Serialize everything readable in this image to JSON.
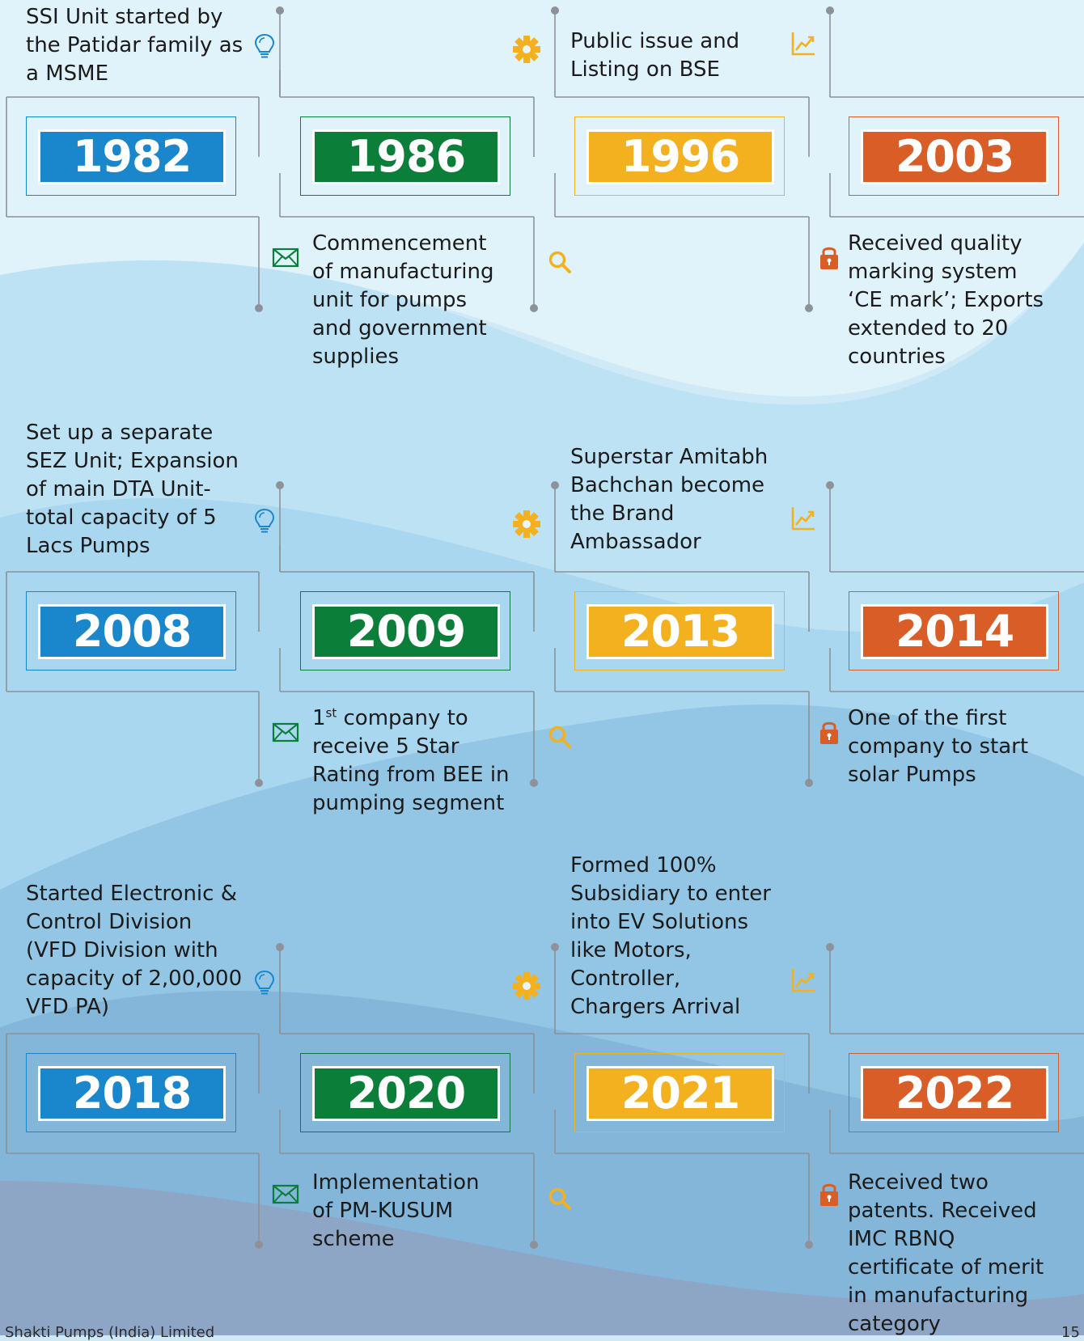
{
  "timeline": {
    "rows": [
      [
        {
          "year": "1982",
          "desc": "SSI Unit started by the Patidar family as a MSME",
          "icon": "lightbulb-icon",
          "color": "blue"
        },
        {
          "year": "1986",
          "desc": "Commencement of manufacturing unit for pumps and government supplies",
          "icon": "envelope-icon",
          "color": "green"
        },
        {
          "year": "1996",
          "desc": "Public issue and Listing on BSE",
          "icon": "gear-icon",
          "color": "yellow"
        },
        {
          "year": "2003",
          "desc": "Received quality marking system ‘CE mark’; Exports extended to 20 countries",
          "icon": "padlock-icon",
          "color": "orange"
        }
      ],
      [
        {
          "year": "2008",
          "desc": "Set up a separate SEZ Unit; Expansion of main DTA Unit- total capacity of 5 Lacs Pumps",
          "icon": "lightbulb-icon",
          "color": "blue"
        },
        {
          "year": "2009",
          "desc_main": "company to receive 5 Star Rating from BEE in pumping segment",
          "desc_lead": "1",
          "desc_sup": "st",
          "icon": "envelope-icon",
          "color": "green"
        },
        {
          "year": "2013",
          "desc": "Superstar Amitabh Bachchan become the Brand Ambassador",
          "icon": "gear-icon",
          "color": "yellow"
        },
        {
          "year": "2014",
          "desc": "One of the first company to start solar Pumps",
          "icon": "padlock-icon",
          "color": "orange"
        }
      ],
      [
        {
          "year": "2018",
          "desc": "Started Electronic & Control Division (VFD Division with capacity of 2,00,000 VFD PA)",
          "icon": "lightbulb-icon",
          "color": "blue"
        },
        {
          "year": "2020",
          "desc": "Implementation of PM-KUSUM scheme",
          "icon": "envelope-icon",
          "color": "green"
        },
        {
          "year": "2021",
          "desc": "Formed 100% Subsidiary to enter into EV Solutions like Motors, Controller, Chargers Arrival",
          "icon": "gear-icon",
          "color": "yellow"
        },
        {
          "year": "2022",
          "desc": "Received two patents. Received IMC RBNQ certificate of merit in manufacturing category",
          "icon": "padlock-icon",
          "color": "orange"
        }
      ]
    ],
    "extra_icons": [
      "search-icon",
      "chart-trend-icon"
    ]
  },
  "colors": {
    "blue": "#1a86cc",
    "green": "#0b7f3a",
    "yellow": "#f4b11f",
    "orange": "#d95d27",
    "line": "#8c9297"
  },
  "footer": {
    "company": "Shakti Pumps (India) Limited",
    "page": "15"
  }
}
